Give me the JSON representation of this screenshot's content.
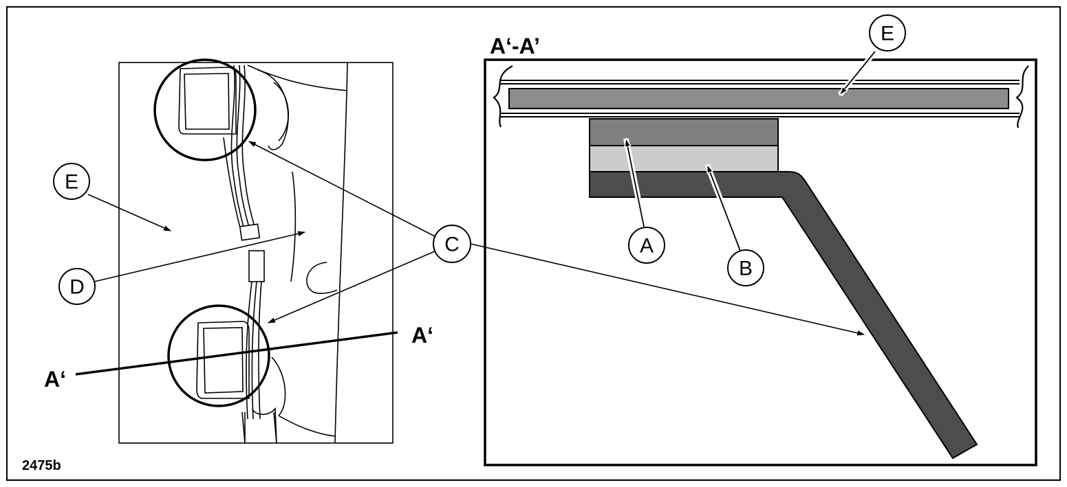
{
  "figure_id": "2475b",
  "section_title": "A‘-A’",
  "callouts": {
    "left_e": "E",
    "left_d": "D",
    "center_c": "C",
    "right_e": "E",
    "right_a": "A",
    "right_b": "B"
  },
  "section_marks": {
    "left": "A‘",
    "right": "A‘"
  },
  "colors": {
    "strip_e": "#8c8c8c",
    "layer_a": "#7f7f7f",
    "layer_b": "#cccccc",
    "bracket_c": "#4d4d4d"
  }
}
